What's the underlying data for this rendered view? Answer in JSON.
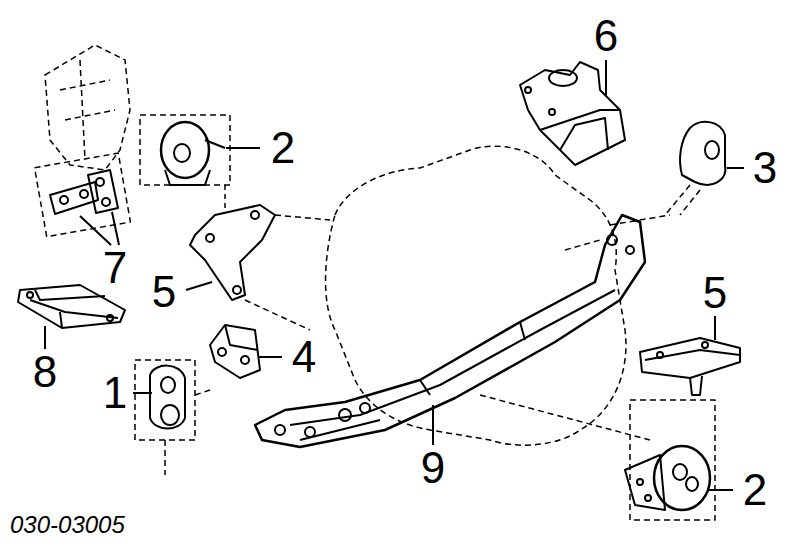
{
  "diagram": {
    "labels": [
      "6",
      "2",
      "3",
      "7",
      "5",
      "8",
      "1",
      "4",
      "9",
      "5",
      "2",
      "030-03005"
    ]
  }
}
